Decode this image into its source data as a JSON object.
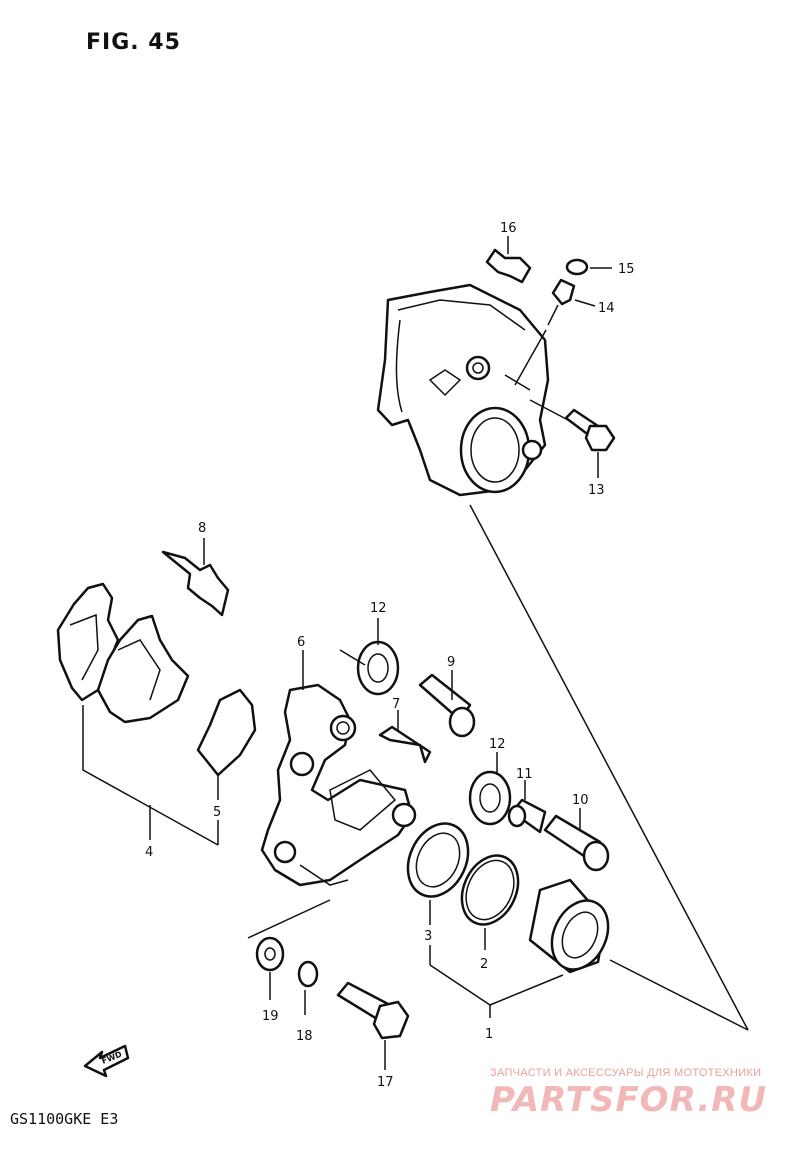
{
  "figure": {
    "title": "FIG. 45",
    "model": "GS1100GKE  E3"
  },
  "watermark": {
    "tagline": "ЗАПЧАСТИ И АКСЕССУАРЫ ДЛЯ МОТОТЕХНИКИ",
    "logo": "PARTSFOR.RU"
  },
  "fwd_arrow": {
    "label": "FWD"
  },
  "callouts": [
    "1",
    "2",
    "3",
    "4",
    "5",
    "6",
    "7",
    "8",
    "9",
    "10",
    "11",
    "12",
    "12",
    "13",
    "14",
    "15",
    "16",
    "17",
    "18",
    "19"
  ],
  "colors": {
    "ink": "#111111",
    "watermark": "#f2b7b7"
  }
}
